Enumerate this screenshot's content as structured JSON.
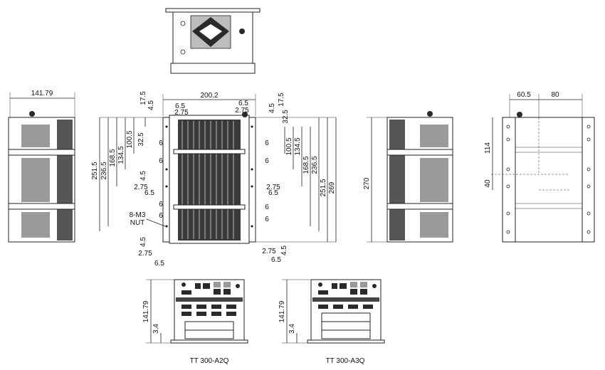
{
  "dims": {
    "d141_79_left": "141.79",
    "d200_2": "200.2",
    "d17_5_a": "17.5",
    "d4_5_a": "4.5",
    "d6_5_a": "6.5",
    "d2_75_a": "2.75",
    "d6_5_b": "6.5",
    "d2_75_b": "2.75",
    "d4_5_b": "4.5",
    "d17_5_b": "17.5",
    "d32_5_a": "32.5",
    "d100_5_a": "100.5",
    "d134_5_a": "134.5",
    "d168_5_a": "168.5",
    "d236_5_a": "236.5",
    "d251_5_a": "251.5",
    "d32_5_b": "32.5",
    "d100_5_b": "100.5",
    "d134_5_b": "134.5",
    "d168_5_b": "168.5",
    "d236_5_b": "236.5",
    "d251_5_b": "251.5",
    "d269": "269",
    "d270": "270",
    "d6_l1": "6",
    "d6_l2": "6",
    "d6_l3": "6",
    "d6_l4": "6",
    "d6_r1": "6",
    "d6_r2": "6",
    "d6_r3": "6",
    "d6_r4": "6",
    "d4_5_c": "4.5",
    "d2_75_c": "2.75",
    "d6_5_c": "6.5",
    "d2_75_d": "2.75",
    "d6_5_d": "6.5",
    "d4_5_d": "4.5",
    "d2_75_e": "2.75",
    "d6_5_e": "6.5",
    "d2_75_f": "2.75",
    "d6_5_f": "6.5",
    "d4_5_f": "4.5",
    "d60_5": "60.5",
    "d80": "80",
    "d114": "114",
    "d40": "40",
    "d141_79_a": "141.79",
    "d3_4_a": "3.4",
    "d141_79_b": "141.79",
    "d3_4_b": "3.4"
  },
  "labels": {
    "nut_line1": "8-M3",
    "nut_line2": "NUT",
    "caption_a2q": "TT 300-A2Q",
    "caption_a3q": "TT 300-A3Q"
  }
}
